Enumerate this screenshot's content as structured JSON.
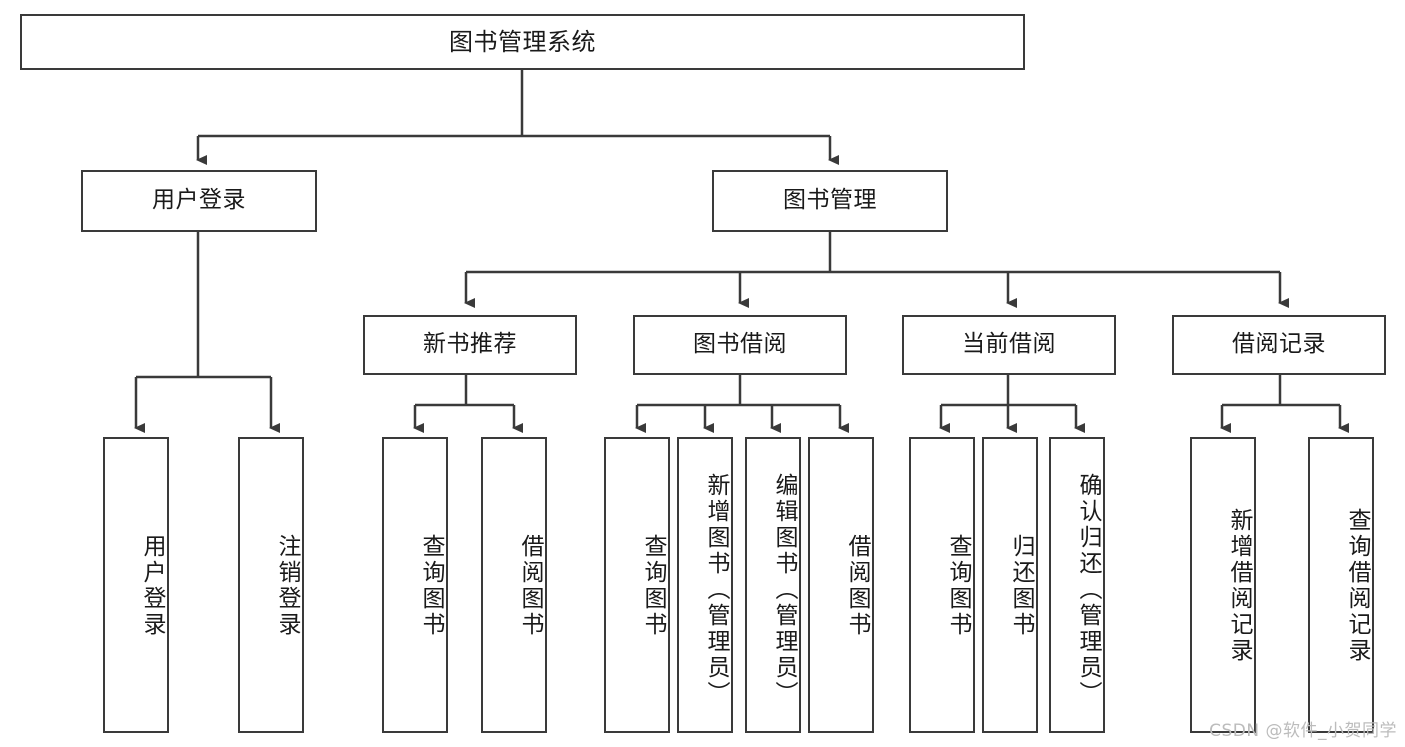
{
  "diagram": {
    "type": "tree-hierarchy",
    "orientation": "top-down",
    "root": {
      "id": "root",
      "label": "图书管理系统"
    },
    "level2": [
      {
        "id": "user-login",
        "label": "用户登录"
      },
      {
        "id": "book-manage",
        "label": "图书管理"
      }
    ],
    "level3": [
      {
        "id": "new-book-recommend",
        "label": "新书推荐",
        "parent": "book-manage"
      },
      {
        "id": "book-borrow",
        "label": "图书借阅",
        "parent": "book-manage"
      },
      {
        "id": "current-borrow",
        "label": "当前借阅",
        "parent": "book-manage"
      },
      {
        "id": "borrow-record",
        "label": "借阅记录",
        "parent": "book-manage"
      }
    ],
    "leaves": [
      {
        "id": "leaf-user-login",
        "label": "用户登录",
        "parent": "user-login"
      },
      {
        "id": "leaf-user-logout",
        "label": "注销登录",
        "parent": "user-login"
      },
      {
        "id": "leaf-query-book-1",
        "label": "查询图书",
        "parent": "new-book-recommend"
      },
      {
        "id": "leaf-borrow-book-1",
        "label": "借阅图书",
        "parent": "new-book-recommend"
      },
      {
        "id": "leaf-query-book-2",
        "label": "查询图书",
        "parent": "book-borrow"
      },
      {
        "id": "leaf-add-book",
        "label": "新增图书（管理员）",
        "parent": "book-borrow"
      },
      {
        "id": "leaf-edit-book",
        "label": "编辑图书（管理员）",
        "parent": "book-borrow"
      },
      {
        "id": "leaf-borrow-book-2",
        "label": "借阅图书",
        "parent": "book-borrow"
      },
      {
        "id": "leaf-query-book-3",
        "label": "查询图书",
        "parent": "current-borrow"
      },
      {
        "id": "leaf-return-book",
        "label": "归还图书",
        "parent": "current-borrow"
      },
      {
        "id": "leaf-confirm-return",
        "label": "确认归还（管理员）",
        "parent": "current-borrow"
      },
      {
        "id": "leaf-add-record",
        "label": "新增借阅记录",
        "parent": "borrow-record"
      },
      {
        "id": "leaf-query-record",
        "label": "查询借阅记录",
        "parent": "borrow-record"
      }
    ]
  },
  "watermark": {
    "text": "CSDN @软件_小贺同学"
  },
  "colors": {
    "stroke": "#3a3a3a",
    "text": "#1a1a1a",
    "background": "#ffffff",
    "watermark": "#bcbcbc"
  }
}
